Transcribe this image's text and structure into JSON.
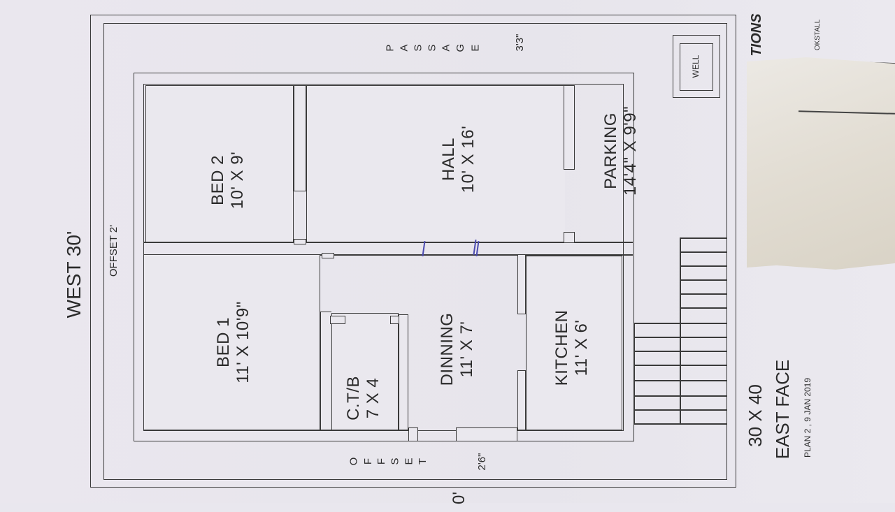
{
  "plan": {
    "west": "WEST 30'",
    "offset_top": "OFFSET 2'",
    "bed2": {
      "name": "BED 2",
      "size": "10' X 9'"
    },
    "hall": {
      "name": "HALL",
      "size": "10' X 16'"
    },
    "parking": {
      "name": "PARKING",
      "size": "14'4\" X 9'9\""
    },
    "bed1": {
      "name": "BED 1",
      "size": "11' X 10'9\""
    },
    "ctb": {
      "name": "C.T/B",
      "size": "7 X 4"
    },
    "dinning": {
      "name": "DINNING",
      "size": "11' X 7'"
    },
    "kitchen": {
      "name": "KITCHEN",
      "size": "11' X 6'"
    },
    "well": "WELL",
    "passage_letters": [
      "P",
      "A",
      "S",
      "S",
      "A",
      "G",
      "E"
    ],
    "passage_size": "3'3\"",
    "offset_bottom_letters": [
      "O",
      "F",
      "F",
      "S",
      "E",
      "T"
    ],
    "offset_bottom_size": "2'6\"",
    "plot": "30 X 40",
    "face": "EAST FACE",
    "plan_info": "PLAN 2 ,  9 JAN 2019",
    "edge_title": "TIONS",
    "edge_small": "OKSTALL",
    "bottom_cut": "0'"
  }
}
